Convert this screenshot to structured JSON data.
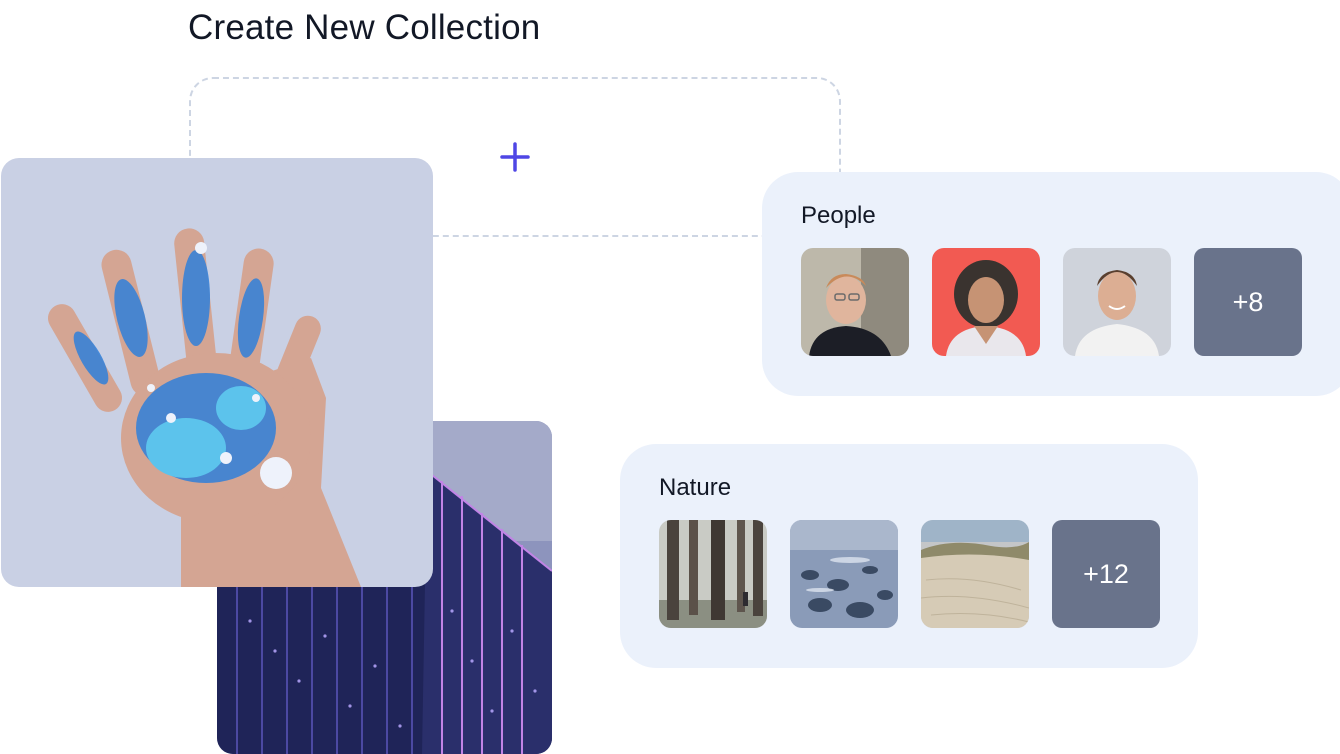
{
  "page": {
    "title": "Create New Collection"
  },
  "dropzone": {
    "icon": "plus-icon",
    "accent": "#4f46e5"
  },
  "collections": [
    {
      "title": "People",
      "thumbnails": [
        "man-glasses-portrait",
        "woman-curly-hair-portrait",
        "young-man-smiling-portrait"
      ],
      "more_label": "+8"
    },
    {
      "title": "Nature",
      "thumbnails": [
        "forest-trees",
        "rocky-shore-waves",
        "sand-dunes"
      ],
      "more_label": "+12"
    }
  ],
  "photos": [
    "painted-hand",
    "glass-building"
  ],
  "colors": {
    "card_bg": "#ebf1fb",
    "more_tile": "#69738b",
    "dashed_border": "#cdd5e3"
  }
}
